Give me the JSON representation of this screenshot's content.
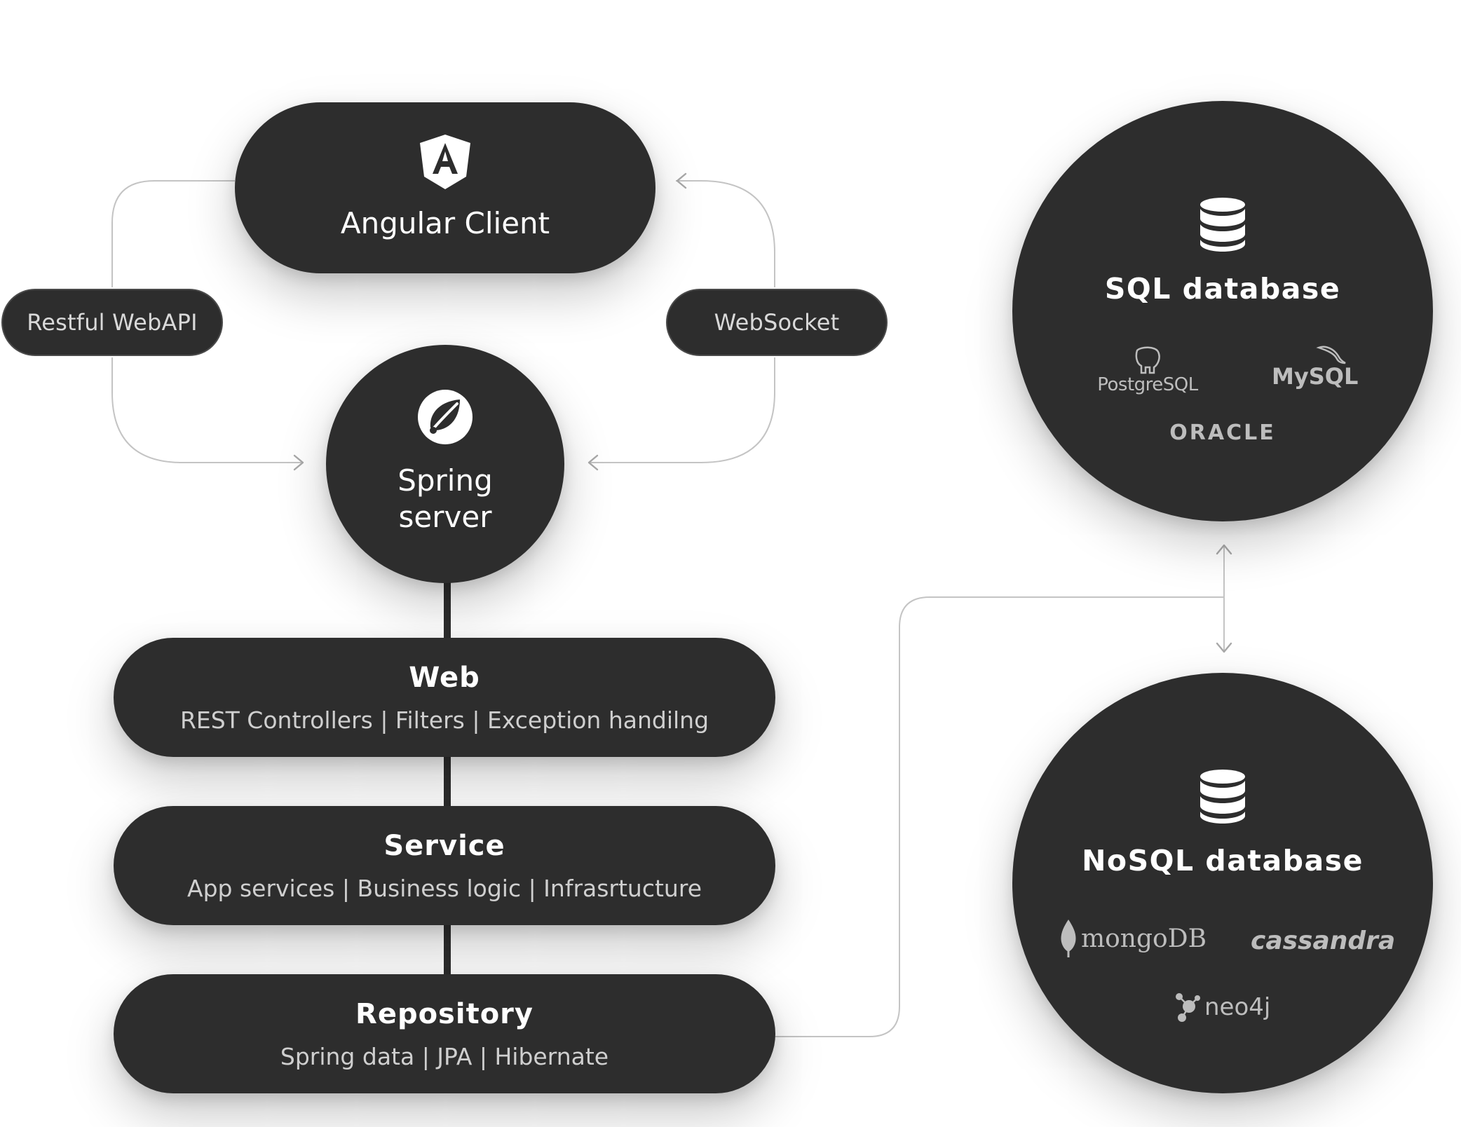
{
  "client": {
    "label": "Angular Client",
    "icon": "angular-logo-icon"
  },
  "server": {
    "line1": "Spring",
    "line2": "server",
    "icon": "spring-leaf-icon"
  },
  "protocols": {
    "left": "Restful WebAPI",
    "right": "WebSocket"
  },
  "layers": [
    {
      "title": "Web",
      "subtitle": "REST Controllers | Filters | Exception handilng"
    },
    {
      "title": "Service",
      "subtitle": "App services | Business logic | Infrasrtucture"
    },
    {
      "title": "Repository",
      "subtitle": "Spring data | JPA | Hibernate"
    }
  ],
  "databases": {
    "sql": {
      "title": "SQL database",
      "icon": "database-icon",
      "logos": {
        "postgres": "PostgreSQL",
        "mysql": "MySQL",
        "oracle": "ORACLE"
      }
    },
    "nosql": {
      "title": "NoSQL database",
      "icon": "database-icon",
      "logos": {
        "mongo": "mongoDB",
        "cassandra": "cassandra",
        "neo4j": "neo4j"
      }
    }
  },
  "colors": {
    "node": "#2d2d2d",
    "connector": "#c4c4c4",
    "muted_text": "#cfcfcf"
  }
}
